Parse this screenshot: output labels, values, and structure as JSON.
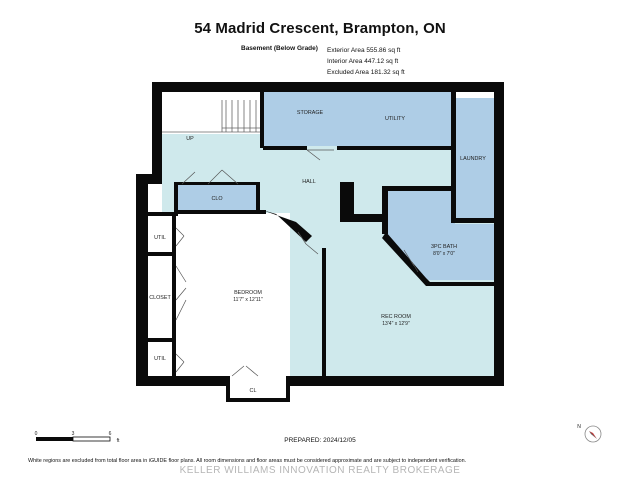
{
  "header": {
    "title": "54 Madrid Crescent, Brampton, ON",
    "level": "Basement (Below Grade)",
    "exterior_area": "Exterior Area 555.86 sq ft",
    "interior_area": "Interior Area 447.12 sq ft",
    "excluded_area": "Excluded Area 181.32 sq ft"
  },
  "rooms": {
    "storage": "STORAGE",
    "utility": "UTILITY",
    "laundry": "LAUNDRY",
    "up": "UP",
    "hall": "HALL",
    "clo": "CLO",
    "util_top": "UTIL",
    "closet": "CLOSET",
    "util_bottom": "UTIL",
    "cl": "CL",
    "bedroom": "BEDROOM",
    "bedroom_dims": "11'7\" x 12'11\"",
    "bath": "3PC BATH",
    "bath_dims": "8'0\" x 7'0\"",
    "rec_room": "REC ROOM",
    "rec_room_dims": "13'4\" x 12'9\""
  },
  "scale": {
    "tick0": "0",
    "tick1": "3",
    "tick2": "6",
    "unit": "ft"
  },
  "footer": {
    "prepared": "PREPARED: 2024/12/05",
    "disclaimer": "White regions are excluded from total floor area in iGUIDE floor plans. All room dimensions and floor areas must be considered approximate and are subject to independent verification.",
    "watermark": "KELLER WILLIAMS INNOVATION REALTY BROKERAGE"
  },
  "compass": {
    "label": "N"
  },
  "colors": {
    "room_fill": "#cfe9ec",
    "storage_fill": "#aecde6",
    "wall": "#0a0a0a",
    "window": "#2c9fd6"
  }
}
